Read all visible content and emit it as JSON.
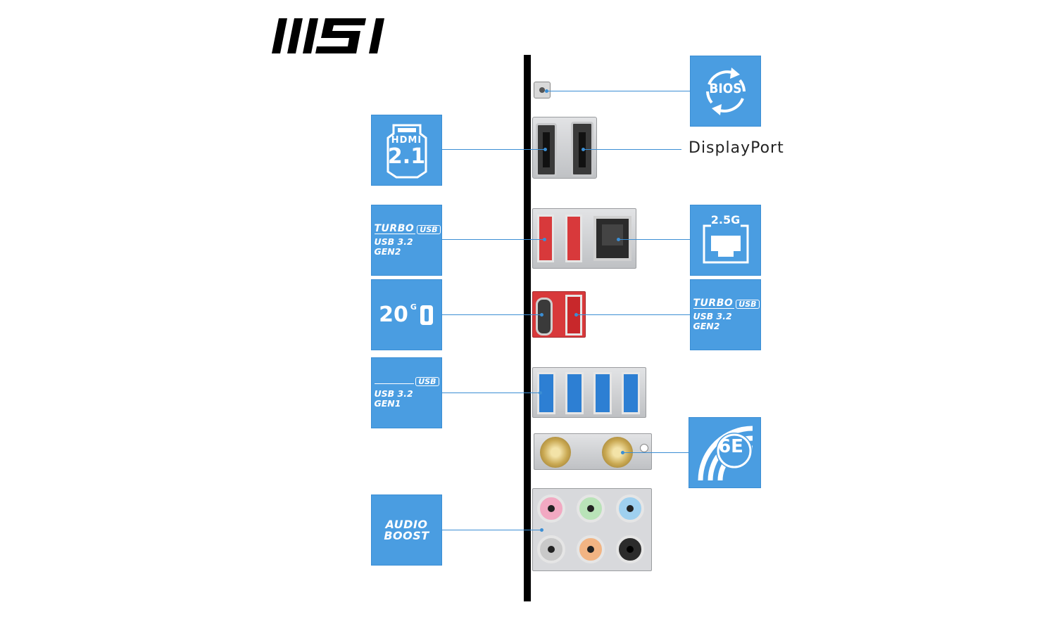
{
  "brand": {
    "logo_text": "MSI"
  },
  "labels": {
    "displayport": "DisplayPort"
  },
  "badges": {
    "bios": {
      "text": "BIOS"
    },
    "hdmi": {
      "line1": "HDMI",
      "line2": "2.1"
    },
    "usb_gen2_top": {
      "turbo": "TURBO",
      "usb": "USB",
      "gen": "USB 3.2 GEN2"
    },
    "lan": {
      "speed": "2.5G"
    },
    "usb_20g": {
      "speed": "20",
      "unit": "G"
    },
    "usb_gen2_right": {
      "turbo": "TURBO",
      "usb": "USB",
      "gen": "USB 3.2 GEN2"
    },
    "usb_gen1": {
      "usb": "USB",
      "gen": "USB 3.2 GEN1"
    },
    "wifi": {
      "text": "6E"
    },
    "audio": {
      "line1": "AUDIO",
      "line2": "BOOST"
    }
  },
  "colors": {
    "badge_blue": "#4a9de1",
    "leader_blue": "#3b8ed4",
    "usb_red": "#d8393b",
    "usb_blue": "#2d7fd3",
    "audio_pink": "#f2a9c2",
    "audio_green": "#b9e3b8",
    "audio_blue": "#9fd0ef",
    "audio_grey": "#c9c9c9",
    "audio_orange": "#f2b483",
    "audio_black": "#2b2b2b"
  }
}
